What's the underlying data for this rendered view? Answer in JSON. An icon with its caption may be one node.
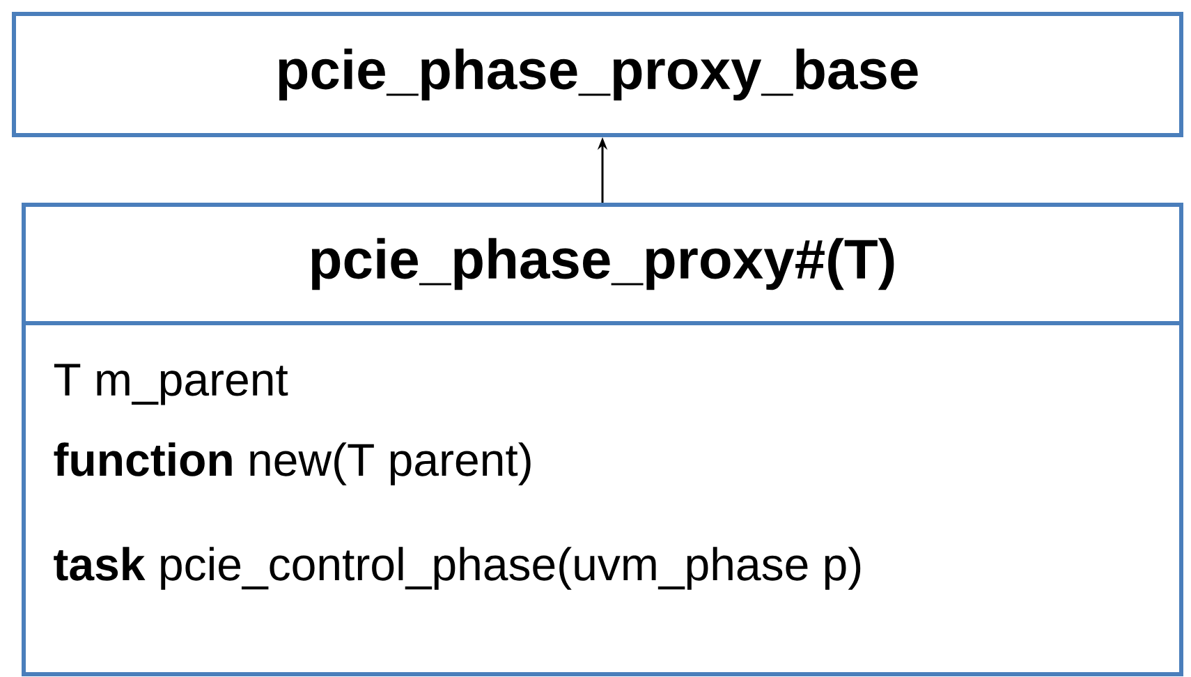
{
  "diagram": {
    "nodes": [
      {
        "text": [
          "pcie_phase_proxy_base"
        ]
      },
      {
        "text": [
          "pcie_phase_proxy#(T)",
          "T m_parent",
          "**function** new(T parent)",
          "**task** pcie_control_phase(uvm_phase p)"
        ]
      }
    ],
    "edges": [
      {
        "from": 1,
        "to": 0,
        "arrow": "to"
      }
    ]
  }
}
